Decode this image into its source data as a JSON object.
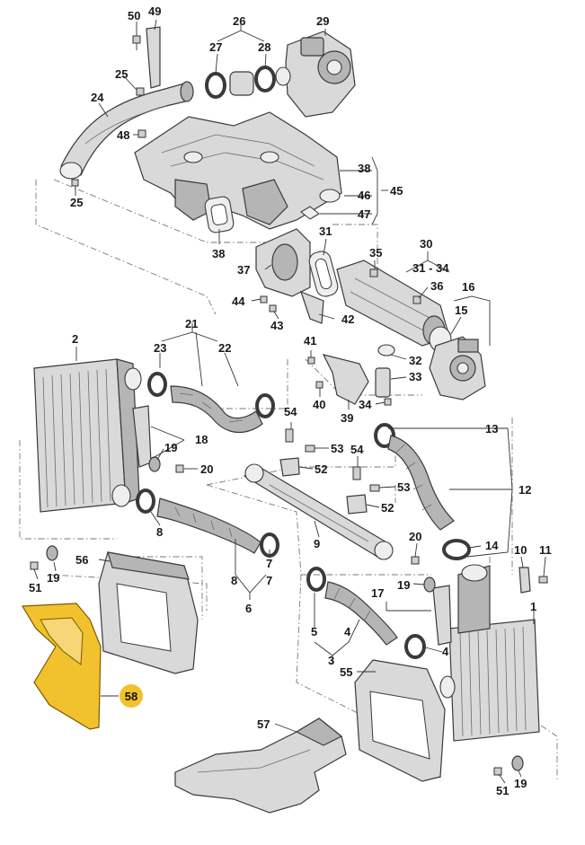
{
  "highlight_color": "#f2c12e",
  "labels": {
    "l1": "1",
    "l2": "2",
    "l3": "3",
    "l4": "4",
    "l5": "5",
    "l6": "6",
    "l7": "7",
    "l8": "8",
    "l9": "9",
    "l10": "10",
    "l11": "11",
    "l12": "12",
    "l13": "13",
    "l14": "14",
    "l15": "15",
    "l16": "16",
    "l17": "17",
    "l18": "18",
    "l19": "19",
    "l20": "20",
    "l21": "21",
    "l22": "22",
    "l23": "23",
    "l24": "24",
    "l25": "25",
    "l26": "26",
    "l27": "27",
    "l28": "28",
    "l29": "29",
    "l30": "30",
    "l31": "31",
    "l31_34": "31 - 34",
    "l32": "32",
    "l33": "33",
    "l34": "34",
    "l35": "35",
    "l36": "36",
    "l37": "37",
    "l38": "38",
    "l39": "39",
    "l40": "40",
    "l41": "41",
    "l42": "42",
    "l43": "43",
    "l44": "44",
    "l45": "45",
    "l46": "46",
    "l47": "47",
    "l48": "48",
    "l49": "49",
    "l50": "50",
    "l51": "51",
    "l52": "52",
    "l53": "53",
    "l54": "54",
    "l55": "55",
    "l56": "56",
    "l57": "57",
    "l58": "58"
  }
}
